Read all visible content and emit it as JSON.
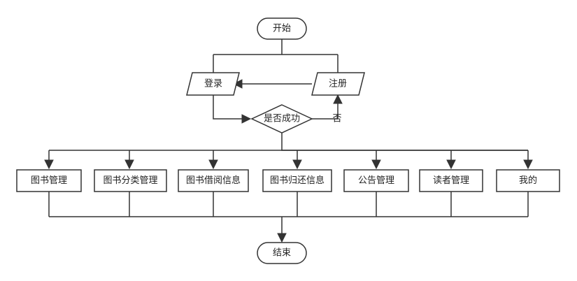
{
  "diagram": {
    "start": "开始",
    "login": "登录",
    "register": "注册",
    "decision": "是否成功",
    "no_label": "否",
    "modules": [
      "图书管理",
      "图书分类管理",
      "图书借阅信息",
      "图书归还信息",
      "公告管理",
      "读者管理",
      "我的"
    ],
    "end": "结束"
  }
}
